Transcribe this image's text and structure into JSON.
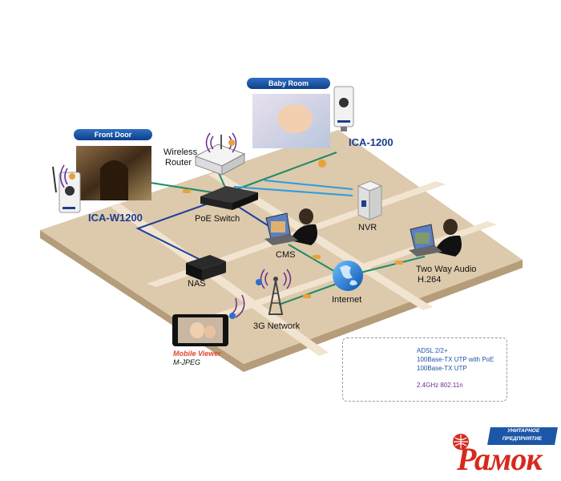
{
  "places": {
    "baby_room": "Baby Room",
    "front_door": "Front Door"
  },
  "models": {
    "ica1200": "ICA-1200",
    "icaw1200": "ICA-W1200"
  },
  "nodes": {
    "wireless_router_l1": "Wireless",
    "wireless_router_l2": "Router",
    "poe_switch": "PoE Switch",
    "nvr": "NVR",
    "cms": "CMS",
    "nas": "NAS",
    "internet": "Internet",
    "network_3g": "3G Network",
    "two_way_audio": "Two Way Audio",
    "h264": "H.264",
    "mobile_viewer": "Mobile Viewer",
    "mjpeg": "M-JPEG"
  },
  "legend": {
    "adsl": "ADSL 2/2+",
    "poe_utp": "100Base-TX UTP with PoE",
    "utp": "100Base-TX UTP",
    "wifi": "2.4GHz 802.11n"
  },
  "brand": {
    "ribbon_l1": "УНИТАРНОЕ",
    "ribbon_l2": "ПРЕДПРИЯТИЕ",
    "name": "Рамок"
  },
  "colors": {
    "floor": "#ddc9ac",
    "floor_edge": "#b59d7a",
    "road": "#f1e4d0",
    "adsl": "#e8a23a",
    "poe_line": "#1e8a68",
    "utp_line": "#2b9be0",
    "blue_line": "#1b3f9c",
    "wifi": "#6b2f8c",
    "model_text": "#1a3d8f",
    "brand_red": "#d62a1f",
    "brand_blue": "#1c56a6"
  }
}
